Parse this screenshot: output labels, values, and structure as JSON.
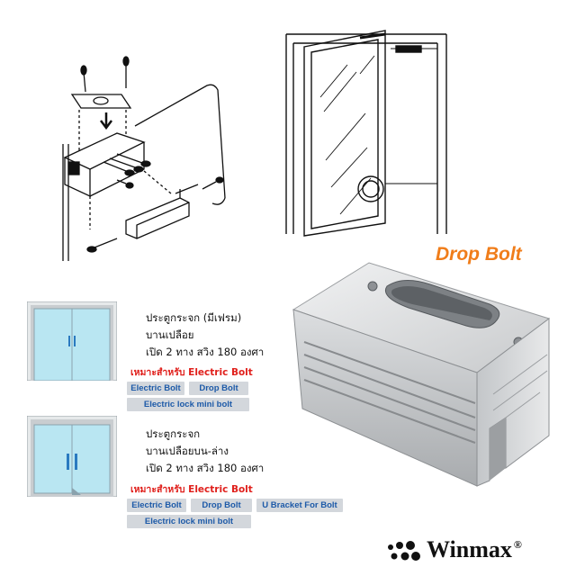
{
  "product_title": "Drop Bolt",
  "door1": {
    "lines": [
      "ประตูกระจก (มีเฟรม)",
      "บานเปลือย",
      "เปิด 2 ทาง สวิง 180 องศา"
    ],
    "suitable_label": "เหมาะสำหรับ Electric Bolt",
    "tags": [
      "Electric Bolt",
      "Drop Bolt",
      "Electric lock mini bolt"
    ]
  },
  "door2": {
    "lines": [
      "ประตูกระจก",
      "บานเปลือยบน-ล่าง",
      "เปิด 2 ทาง สวิง 180 องศา"
    ],
    "suitable_label": "เหมาะสำหรับ Electric Bolt",
    "tags": [
      "Electric Bolt",
      "Drop Bolt",
      "U Bracket For Bolt",
      "Electric lock mini bolt"
    ]
  },
  "brand": {
    "name": "Winmax",
    "mark": "®"
  },
  "colors": {
    "title": "#f07d1a",
    "suitable": "#e0201c",
    "tag_text": "#1d5aa8",
    "tag_bg": "#d3d7dc"
  }
}
